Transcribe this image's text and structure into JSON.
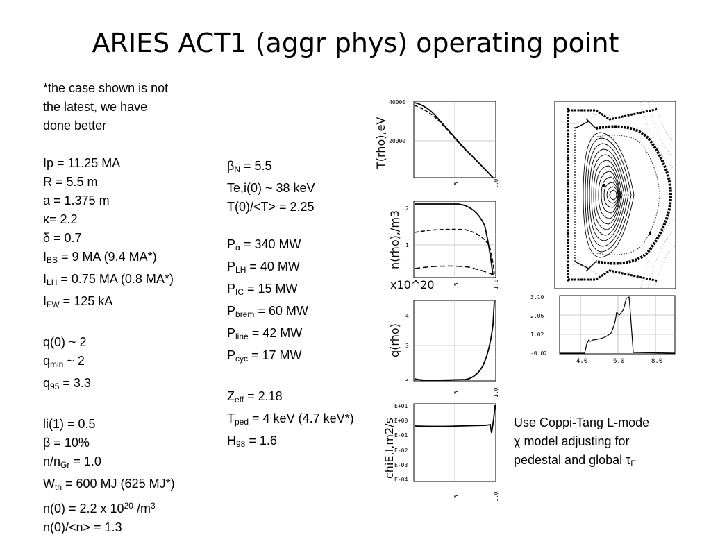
{
  "slide": {
    "title": "ARIES ACT1 (aggr phys) operating point",
    "left_column": {
      "note": [
        "*the case shown is not",
        "the latest, we have",
        "done better"
      ],
      "params1": [
        {
          "text": "Ip = 11.25 MA"
        },
        {
          "text": "R = 5.5 m"
        },
        {
          "text": "a = 1.375 m"
        },
        {
          "text": "κ= 2.2"
        },
        {
          "text": "δ = 0.7"
        },
        {
          "pre": "I",
          "sub": "BS",
          "post": " = 9 MA (9.4 MA*)"
        },
        {
          "pre": "I",
          "sub": "LH",
          "post": " = 0.75 MA (0.8 MA*)"
        },
        {
          "pre": "I",
          "sub": "FW",
          "post": " = 125 kA"
        }
      ],
      "params2": [
        {
          "text": "q(0) ~ 2"
        },
        {
          "pre": "q",
          "sub": "min",
          "post": " ~ 2"
        },
        {
          "pre": "q",
          "sub": "95",
          "post": " = 3.3"
        }
      ],
      "params3": [
        {
          "text": "li(1) = 0.5"
        },
        {
          "text": "β = 10%"
        },
        {
          "pre": "n/n",
          "sub": "Gr",
          "post": " = 1.0"
        },
        {
          "pre": "W",
          "sub": "th",
          "post": " = 600 MJ (625 MJ*)"
        },
        {
          "pre": "n(0) = 2.2 x 10",
          "sup": "20",
          "mid": " /m",
          "sup2": "3"
        },
        {
          "text": "n(0)/<n> = 1.3"
        }
      ]
    },
    "mid_column": {
      "params1": [
        {
          "pre": "β",
          "sub": "N",
          "post": " = 5.5"
        },
        {
          "text": "Te,i(0) ~ 38 keV"
        },
        {
          "text": "T(0)/<T> = 2.25"
        }
      ],
      "params2": [
        {
          "pre": "P",
          "sub": "α",
          "post": " = 340 MW"
        },
        {
          "pre": "P",
          "sub": "LH",
          "post": " = 40 MW"
        },
        {
          "pre": "P",
          "sub": "IC",
          "post": " = 15 MW"
        },
        {
          "pre": "P",
          "sub": "brem",
          "post": " = 60 MW"
        },
        {
          "pre": "P",
          "sub": "line",
          "post": " = 42 MW"
        },
        {
          "pre": "P",
          "sub": "cyc",
          "post": " = 17 MW"
        }
      ],
      "params3": [
        {
          "pre": "Z",
          "sub": "eff",
          "post": " = 2.18"
        },
        {
          "pre": "T",
          "sub": "ped",
          "post": " = 4 keV (4.7 keV*)"
        },
        {
          "pre": "H",
          "sub": "98",
          "post": " = 1.6"
        }
      ]
    },
    "right_note": [
      "Use Coppi-Tang L-mode",
      "χ model adjusting for",
      "pedestal and global τ"
    ],
    "right_note_sub": "E"
  },
  "plots": {
    "temperature": {
      "ylabel": "T(rho),eV",
      "yticks": [
        "40000",
        "20000"
      ],
      "xticks": [
        ".5",
        "1.0"
      ]
    },
    "density": {
      "ylabel": "n(rho),/m3",
      "yticks": [
        "2",
        "1"
      ],
      "xticks": [
        ".5",
        "1.0"
      ],
      "scale_label": "x10^20"
    },
    "safety_factor": {
      "ylabel": "q(rho)",
      "yticks": [
        "4",
        "3",
        "2"
      ],
      "xticks": [
        ".5",
        "1.0"
      ]
    },
    "diffusivity": {
      "ylabel": "chiE,I,m2/s",
      "yticks": [
        "E+01",
        "E+00",
        "E-01",
        "E-02",
        "E-03",
        "E-04"
      ],
      "xticks": [
        ".5",
        "1.0"
      ]
    },
    "current_trace": {
      "yticks": [
        "3.10",
        "2.06",
        "1.02",
        "-0.02"
      ],
      "xticks": [
        "4.0",
        "6.0",
        "8.0"
      ]
    }
  }
}
